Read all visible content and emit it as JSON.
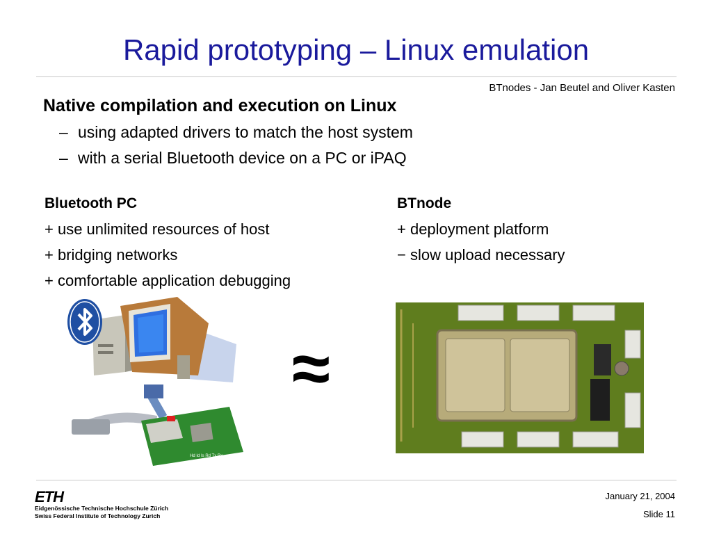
{
  "title": "Rapid prototyping – Linux emulation",
  "author": "BTnodes - Jan Beutel and Oliver Kasten",
  "heading": "Native compilation and execution on Linux",
  "bullets": [
    {
      "marker": "–",
      "text": "using adapted drivers to match the host system"
    },
    {
      "marker": "–",
      "text": "with a serial Bluetooth device on a PC or iPAQ"
    }
  ],
  "left_column": {
    "heading": "Bluetooth PC",
    "items": [
      "+ use unlimited resources of host",
      "+ bridging networks",
      "+ comfortable application debugging"
    ]
  },
  "right_column": {
    "heading": "BTnode",
    "items": [
      "+ deployment platform",
      "− slow upload necessary"
    ]
  },
  "approx_symbol": "≈",
  "footer": {
    "institution_mark": "ETH",
    "institution_line1": "Eidgenössische Technische Hochschule Zürich",
    "institution_line2": "Swiss Federal Institute of Technology Zurich",
    "date": "January 21, 2004",
    "slide_number": "Slide 11"
  },
  "images": {
    "pc_illustration": "bluetooth-pc-with-btnode-board",
    "btnode_photo": "btnode-circuit-board",
    "pc_text": "Hd Id Is Rd Tx Rx"
  },
  "colors": {
    "title": "#1a1a9c",
    "bluetooth_badge": "#1f4fa3",
    "pcb_green": "#5f7d1e"
  }
}
